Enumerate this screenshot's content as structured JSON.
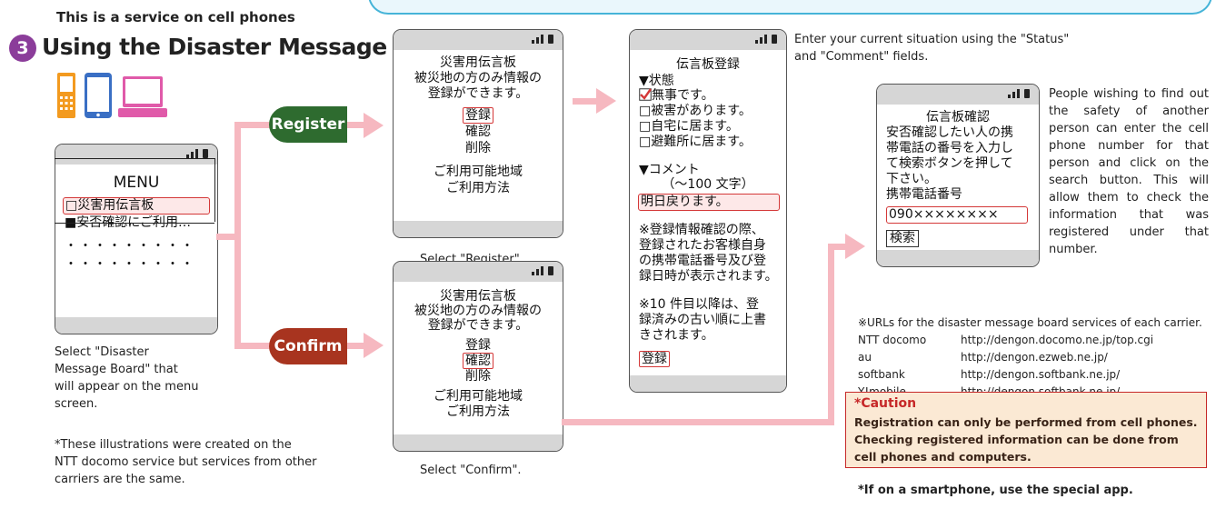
{
  "header": {
    "subtitle": "This is a service on cell phones",
    "step_number": "3",
    "title": "Using the Disaster Message Board"
  },
  "device_icons": [
    "feature-phone-icon",
    "smartphone-icon",
    "laptop-icon"
  ],
  "menu_phone": {
    "title": "MENU",
    "item1": "□災害用伝言板",
    "item2": "■安否確認にご利用…",
    "dots1": "・・・・・・・・・",
    "dots2": "・・・・・・・・・"
  },
  "menu_caption": "Select \"Disaster Message Board\" that will appear on the menu screen.",
  "footnote": "*These illustrations were created on the NTT docomo service but services from other carriers are the same.",
  "buttons": {
    "register": "Register",
    "confirm": "Confirm"
  },
  "register_phone": {
    "line1": "災害用伝言板",
    "line2": "被災地の方のみ情報の",
    "line3": "登録ができます。",
    "opt1": "登録",
    "opt2": "確認",
    "opt3": "削除",
    "info1": "ご利用可能地域",
    "info2": "ご利用方法"
  },
  "register_caption": "Select \"Register\".",
  "confirm_caption": "Select \"Confirm\".",
  "board_phone": {
    "title": "伝言板登録",
    "status_head": "▼状態",
    "status1": "無事です。",
    "status2": "□被害があります。",
    "status3": "□自宅に居ます。",
    "status4": "□避難所に居ます。",
    "comment_head": "▼コメント",
    "comment_limit": "（〜100 文字）",
    "comment_value": "明日戻ります。",
    "note1": "※登録情報確認の際、",
    "note2": "登録されたお客様自身",
    "note3": "の携帯電話番号及び登",
    "note4": "録日時が表示されます。",
    "note5": "※10 件目以降は、登",
    "note6": "録済みの古い順に上書",
    "note7": "きされます。",
    "submit": "登録"
  },
  "board_caption": "Enter your current situation using the \"Status\" and \"Comment\" fields.",
  "search_phone": {
    "title": "伝言板確認",
    "line1": "安否確認したい人の携",
    "line2": "帯電話の番号を入力し",
    "line3": "て検索ボタンを押して",
    "line4": "下さい。",
    "label": "携帯電話番号",
    "number": "090××××××××",
    "button": "検索"
  },
  "search_caption": "People wishing to find out the safety of another person can enter the cell phone number for that person and click on the search button. This will allow them to check the information that was registered under that number.",
  "urls": {
    "heading": "※URLs for the disaster message board services of each carrier.",
    "rows": [
      {
        "carrier": "NTT docomo",
        "url": "http://dengon.docomo.ne.jp/top.cgi"
      },
      {
        "carrier": "au",
        "url": "http://dengon.ezweb.ne.jp/"
      },
      {
        "carrier": "softbank",
        "url": "http://dengon.softbank.ne.jp/"
      },
      {
        "carrier": "Y!mobile",
        "url": "http://dengon.softbank.ne.jp/"
      }
    ]
  },
  "caution": {
    "title": "*Caution",
    "text": "Registration can only be performed from cell phones. Checking registered information can be done from cell phones and computers."
  },
  "smartphone_note": "*If on a smartphone, use the special app.",
  "colors": {
    "accent_purple": "#8b3d9a",
    "register_green": "#2e6b2f",
    "confirm_red": "#a8341f",
    "arrow_pink": "#f6b8c0",
    "highlight_red": "#d43838",
    "caution_red": "#c62828",
    "caution_bg": "#fbe9d4",
    "phone_icon_orange": "#f39a1f",
    "smartphone_icon_blue": "#3a6fc4",
    "laptop_icon_pink": "#e05aa9"
  }
}
